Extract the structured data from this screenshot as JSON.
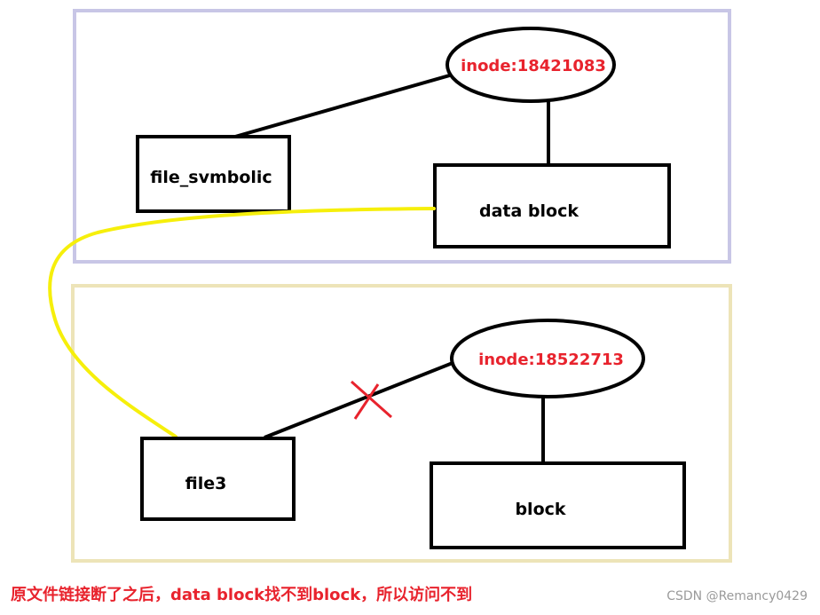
{
  "diagram": {
    "top_group": {
      "inode_label": "inode:18421083",
      "file_label": "file_svmbolic",
      "data_block_label": "data block",
      "border_color": "#c8c6e6"
    },
    "bottom_group": {
      "inode_label": "inode:18522713",
      "file_label": "file3",
      "block_label": "block",
      "border_color": "#ede4b8"
    },
    "symlink_curve_color": "#f6ef0b",
    "broken_link_mark_color": "#e8232d"
  },
  "caption": "原文件链接断了之后，data block找不到block，所以访问不到",
  "watermark": "CSDN @Remancy0429"
}
